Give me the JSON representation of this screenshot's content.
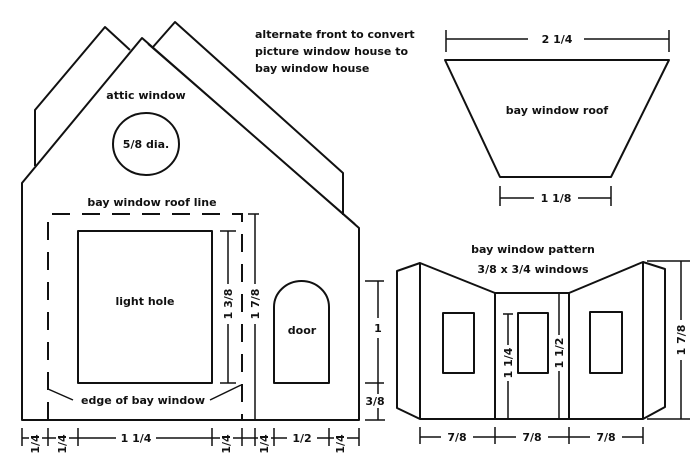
{
  "note": [
    "alternate front to convert",
    "picture window house to",
    "bay window house"
  ],
  "house_front": {
    "attic_window": "attic window",
    "attic_diameter": "5/8 dia.",
    "roof_line": "bay window roof line",
    "light_hole": "light hole",
    "edge_label": "edge of bay window",
    "door": "door",
    "dim_light_hole_height": "1 3/8",
    "dim_wall_height": "1 7/8",
    "dim_door_height": "1",
    "dim_door_sill": "3/8",
    "bottom_dims": [
      "1/4",
      "1/4",
      "1 1/4",
      "1/4",
      "1/4",
      "1/2",
      "1/4"
    ]
  },
  "bay_roof": {
    "label": "bay window roof",
    "top_width": "2 1/4",
    "bottom_width": "1 1/8"
  },
  "bay_pattern": {
    "title": "bay window pattern",
    "subtitle": "3/8 x 3/4 windows",
    "dim_window_sill": "1 1/4",
    "dim_center_height": "1 1/2",
    "dim_side_height": "1 7/8",
    "bottom_dims": [
      "7/8",
      "7/8",
      "7/8"
    ]
  }
}
